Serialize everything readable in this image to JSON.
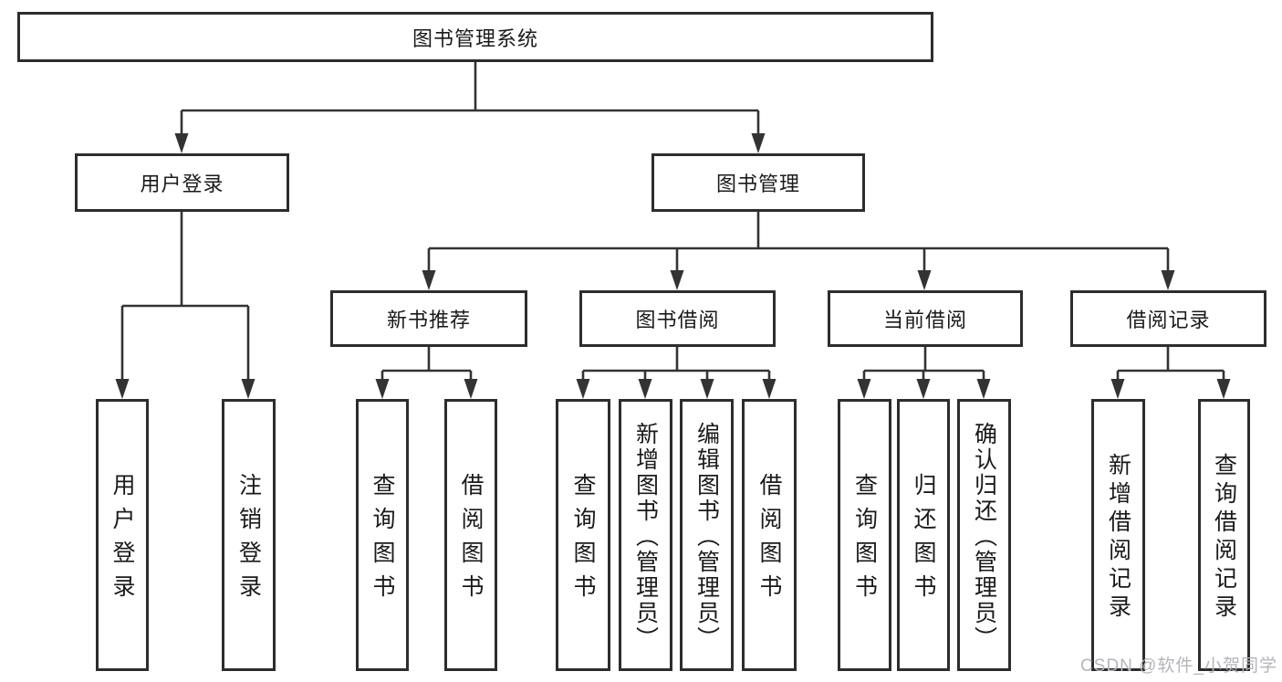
{
  "colors": {
    "line": "#333333",
    "border": "#2d2d2d",
    "text": "#1a1a1a",
    "box-bg": "#ffffff",
    "watermark": "#b4b4ba",
    "background": "#ffffff"
  },
  "watermark": {
    "text": "CSDN @软件_小贺同学"
  },
  "tree": {
    "label": "图书管理系统",
    "children": [
      {
        "label": "用户登录",
        "children": [
          {
            "label": "用户登录"
          },
          {
            "label": "注销登录"
          }
        ]
      },
      {
        "label": "图书管理",
        "children": [
          {
            "label": "新书推荐",
            "children": [
              {
                "label": "查询图书"
              },
              {
                "label": "借阅图书"
              }
            ]
          },
          {
            "label": "图书借阅",
            "children": [
              {
                "label": "查询图书"
              },
              {
                "label": "新增图书（管理员）"
              },
              {
                "label": "编辑图书（管理员）"
              },
              {
                "label": "借阅图书"
              }
            ]
          },
          {
            "label": "当前借阅",
            "children": [
              {
                "label": "查询图书"
              },
              {
                "label": "归还图书"
              },
              {
                "label": "确认归还（管理员）"
              }
            ]
          },
          {
            "label": "借阅记录",
            "children": [
              {
                "label": "新增借阅记录"
              },
              {
                "label": "查询借阅记录"
              }
            ]
          }
        ]
      }
    ]
  }
}
